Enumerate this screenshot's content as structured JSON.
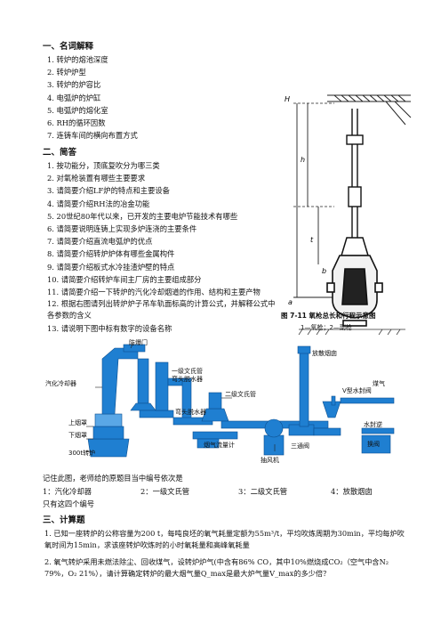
{
  "section1": {
    "title": "一、名词解释",
    "items": [
      "1. 转炉的熔池深度",
      "2. 转炉炉型",
      "3. 转炉的炉容比",
      "4. 电弧炉的炉缸",
      "5. 电弧炉的熔化室",
      "6. RH的循环因数",
      "7. 连铸车间的横向布置方式"
    ]
  },
  "section2": {
    "title": "二、简答",
    "items": [
      "1. 按功能分，顶底复吹分为哪三类",
      "2. 对氧枪装置有哪些主要要求",
      "3. 请简要介绍LF炉的特点和主要设备",
      "4. 请简要介绍RH法的冶金功能",
      "5. 20世纪80年代以来，已开发的主要电炉节能技术有哪些",
      "6. 请简要说明连铸上实现多炉连浇的主要条件",
      "7. 请简要介绍直流电弧炉的优点",
      "8. 请简要介绍转炉炉体有哪些金属构件",
      "9. 请简要介绍板式水冷挂渣炉壁的特点",
      "10. 请简要介绍转炉车间主厂房的主要组成部分",
      "11. 请简要介绍一下转炉的汽化冷却烟道的作用、结构和主要产物",
      "12. 根据右图请列出转炉炉子吊车轨面标高的计算公式，并解释公式中各参数的含义",
      "13. 请说明下图中标有数字的设备名称"
    ]
  },
  "figure_right": {
    "marks": [
      "H",
      "h",
      "t",
      "b",
      "a"
    ],
    "caption_line1": "图 7-11 氧枪总长和行程示意图",
    "caption_line2": "1—氧枪；2—副枪"
  },
  "diagram": {
    "labels": {
      "fangbaomen": "防爆门",
      "qihualengque": "汽化冷却器",
      "yijiwen": "一级文氏管",
      "wantou1": "弯头脱水器",
      "shangyanzhao": "上烟罩",
      "xiayanzhao": "下烟罩",
      "zhuanlu": "300t转炉",
      "erjiwen": "二级文氏管",
      "wantou2": "弯头脱水器",
      "liuliangji": "烟气流量计",
      "choufengji": "抽风机",
      "santongfa": "三通阀",
      "fangsanyantong": "放散烟囱",
      "vxing": "V型水封阀",
      "meiqi": "煤气",
      "shuifengni": "水封逆",
      "huanfa": "换阀"
    }
  },
  "after": {
    "line1": "记住此图，老师给的原题目当中编号依次是",
    "items": [
      "1：汽化冷却器",
      "2：一级文氏管",
      "3：二级文氏管",
      "4：放散烟囱"
    ],
    "line3": "只有这四个编号"
  },
  "section3": {
    "title": "三、计算题",
    "q1": "1. 已知一座转炉的公称容量为200 t，每吨良坯的氧气耗量定额为55m³/t，平均吹炼周期为30min，平均每炉吹氧时间为15min，求该座转炉吹炼时的小时氧耗量和高峰氧耗量",
    "q2": "2. 氧气转炉采用未燃法除尘、回收煤气，设转炉炉气(中含有86% CO，其中10%燃烧成CO₂（空气中含N₂ 79%，O₂ 21%），请计算确定转炉的最大烟气量Q_max是最大炉气量V_max的多少倍？"
  }
}
